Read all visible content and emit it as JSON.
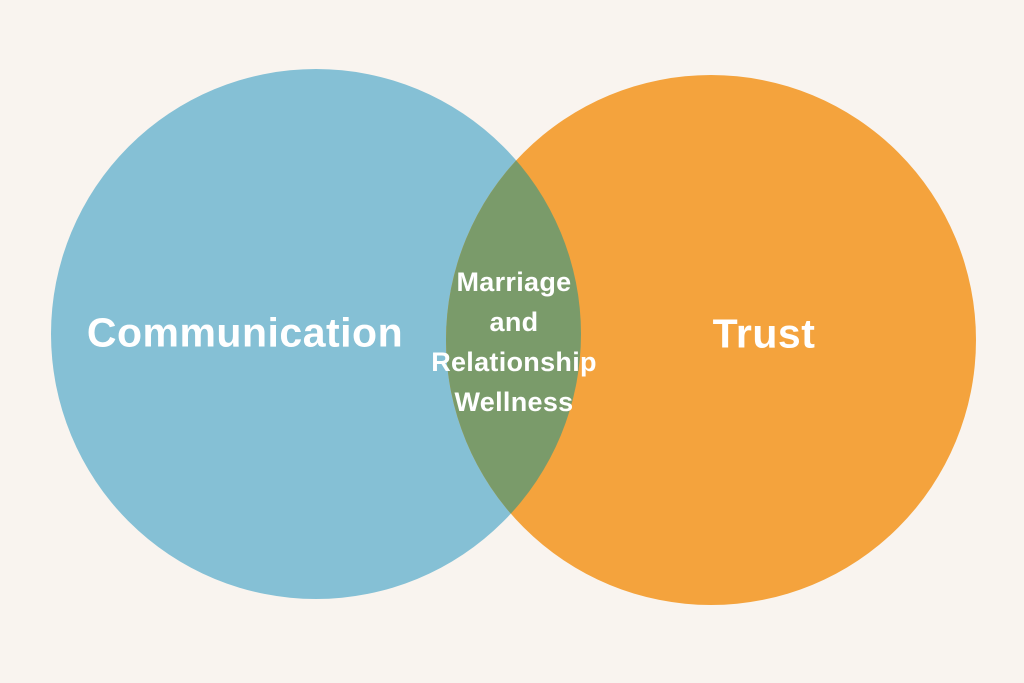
{
  "diagram": {
    "type": "venn",
    "background_color": "#f9f4ef",
    "text_color": "#ffffff",
    "sets": [
      {
        "label": "Communication",
        "color": "#85c0d5"
      },
      {
        "label": "Trust",
        "color": "#f4a33d"
      }
    ],
    "intersection": {
      "label": "Marriage and Relationship Wellness",
      "lines": [
        "Marriage",
        "and",
        "Relationship",
        "Wellness"
      ],
      "color": "#7a9b6a"
    }
  }
}
